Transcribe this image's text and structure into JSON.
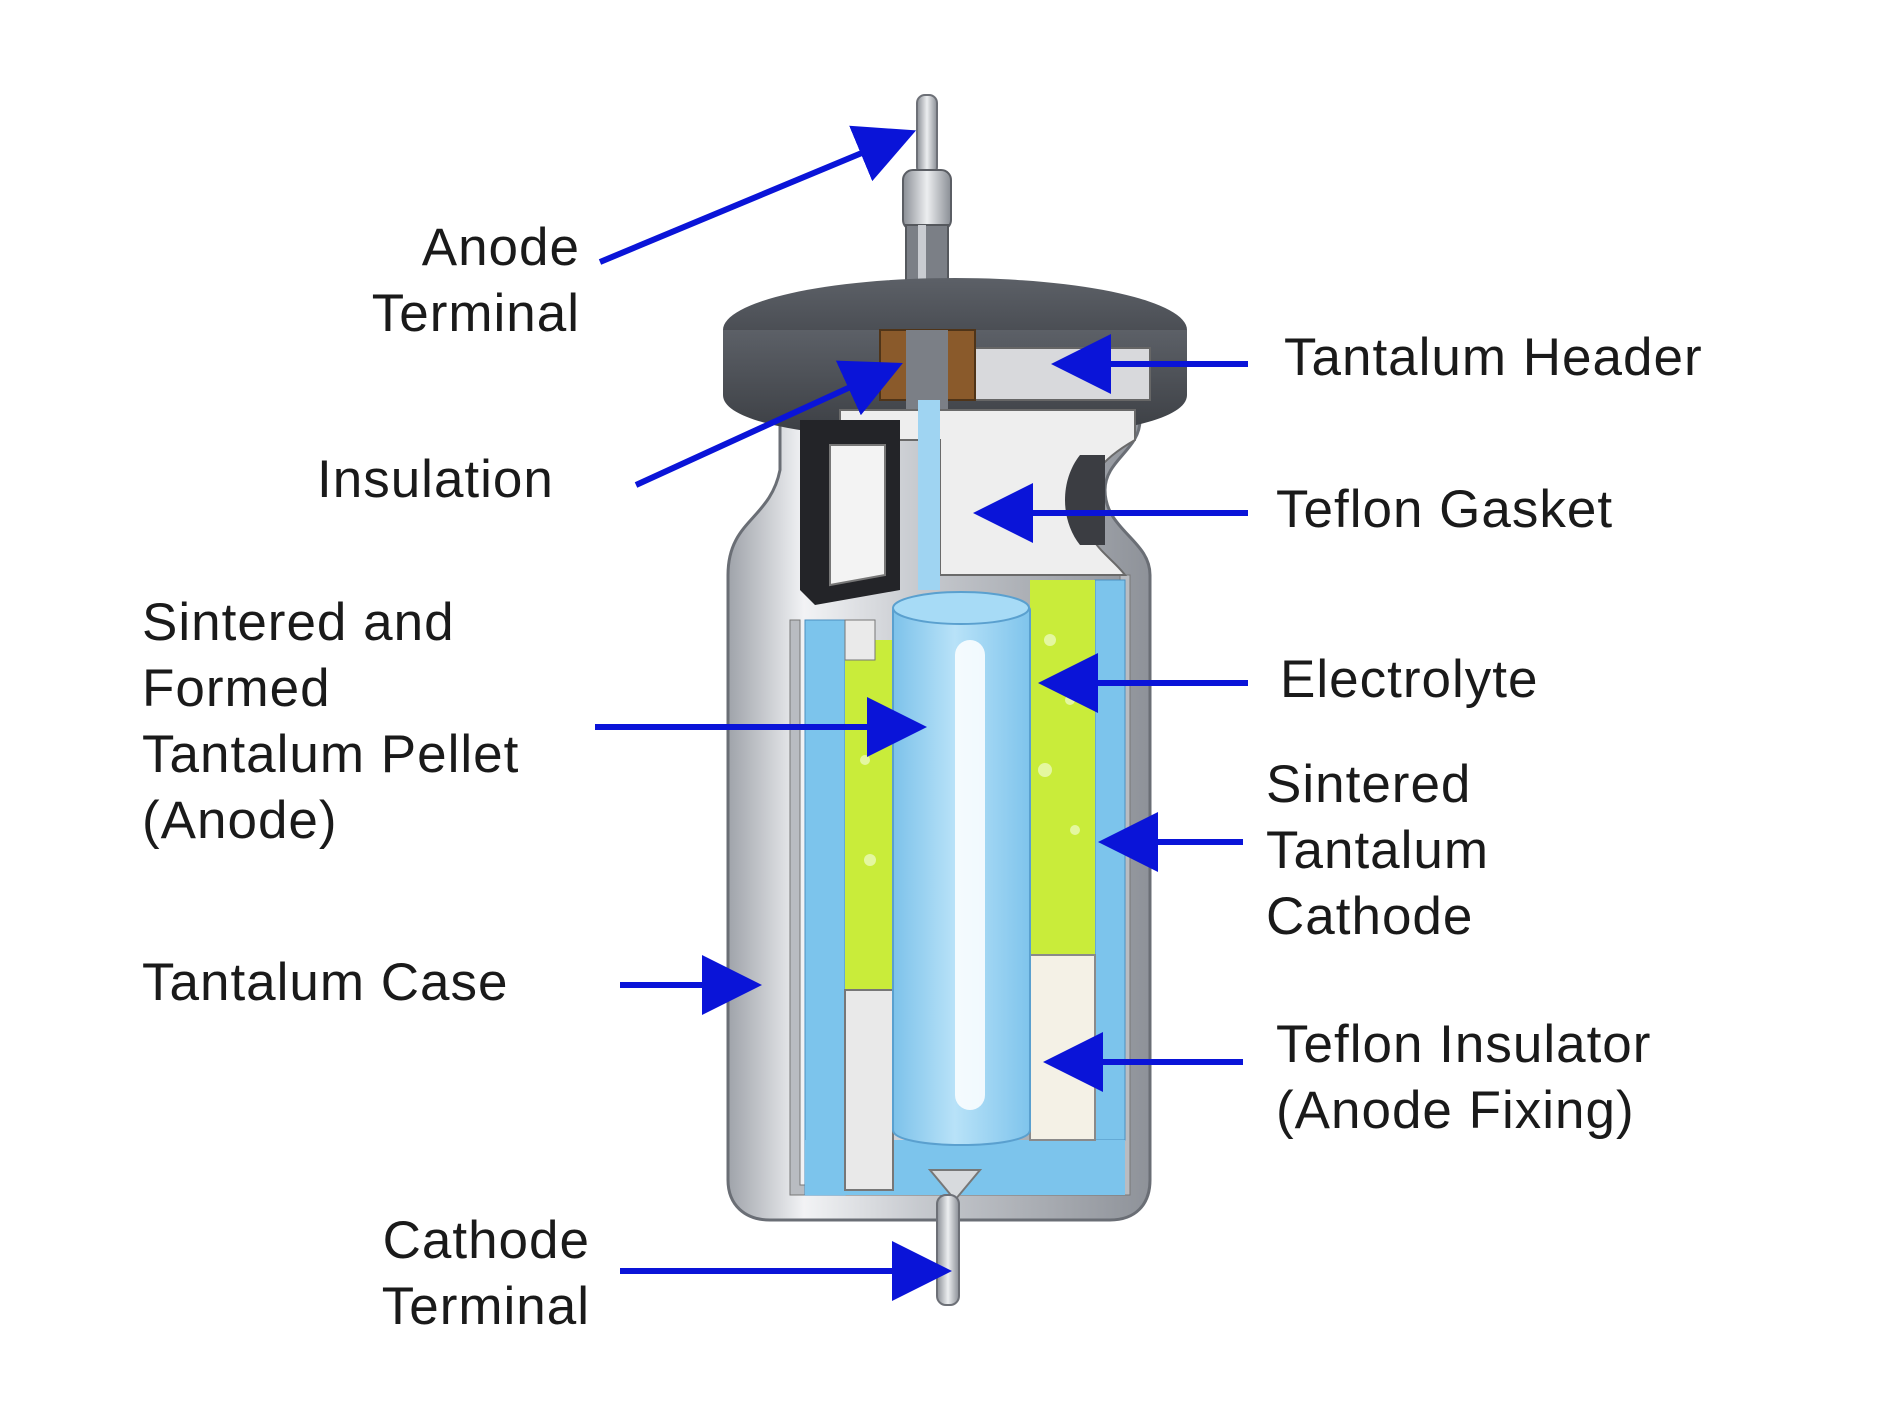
{
  "diagram": {
    "colors": {
      "arrow": "#0a14d8",
      "electrolyte": "#c9ec3a",
      "pellet": "#8fcdf0",
      "case": "#d6d8dc",
      "header": "#4a4d53",
      "gasket": "#eeeeee",
      "insulation": "#8a5a2b",
      "cathode_layer": "#7cc4ec"
    },
    "labels": {
      "anode_terminal": [
        "Anode",
        "Terminal"
      ],
      "insulation": [
        "Insulation"
      ],
      "pellet": [
        "Sintered and",
        "Formed",
        "Tantalum Pellet",
        "(Anode)"
      ],
      "case": [
        "Tantalum Case"
      ],
      "cathode_terminal": [
        "Cathode",
        "Terminal"
      ],
      "header": [
        "Tantalum Header"
      ],
      "gasket": [
        "Teflon Gasket"
      ],
      "electrolyte": [
        "Electrolyte"
      ],
      "sintered_cathode": [
        "Sintered",
        "Tantalum",
        "Cathode"
      ],
      "teflon_insulator": [
        "Teflon Insulator",
        "(Anode Fixing)"
      ]
    }
  }
}
